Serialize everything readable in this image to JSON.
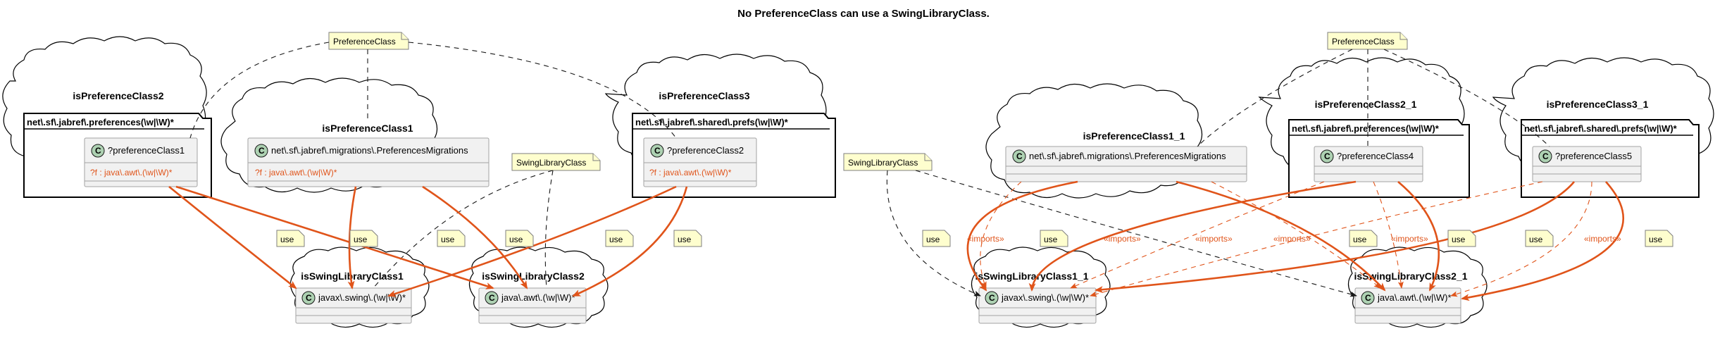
{
  "diagram": {
    "title": "No PreferenceClass can use a SwingLibraryClass.",
    "left": {
      "note_preference": "PreferenceClass",
      "note_swing": "SwingLibraryClass",
      "groups": {
        "g2": {
          "title": "isPreferenceClass2",
          "package": "net\\.sf\\.jabref\\.preferences(\\w|\\W)*",
          "class": "?preferenceClass1",
          "attr": "?f : java\\.awt\\.(\\w|\\W)*"
        },
        "g1": {
          "title": "isPreferenceClass1",
          "class": "net\\.sf\\.jabref\\.migrations\\.PreferencesMigrations",
          "attr": "?f : java\\.awt\\.(\\w|\\W)*"
        },
        "g3": {
          "title": "isPreferenceClass3",
          "package": "net\\.sf\\.jabref\\.shared\\.prefs(\\w|\\W)*",
          "class": "?preferenceClass2",
          "attr": "?f : java\\.awt\\.(\\w|\\W)*"
        },
        "s1": {
          "title": "isSwingLibraryClass1",
          "class": "javax\\.swing\\.(\\w|\\W)*"
        },
        "s2": {
          "title": "isSwingLibraryClass2",
          "class": "java\\.awt\\.(\\w|\\W)*"
        }
      },
      "use_labels": [
        "use",
        "use",
        "use",
        "use",
        "use",
        "use"
      ]
    },
    "right": {
      "note_preference": "PreferenceClass",
      "note_swing": "SwingLibraryClass",
      "groups": {
        "g1": {
          "title": "isPreferenceClass1_1",
          "class": "net\\.sf\\.jabref\\.migrations\\.PreferencesMigrations"
        },
        "g2": {
          "title": "isPreferenceClass2_1",
          "package": "net\\.sf\\.jabref\\.preferences(\\w|\\W)*",
          "class": "?preferenceClass4"
        },
        "g3": {
          "title": "isPreferenceClass3_1",
          "package": "net\\.sf\\.jabref\\.shared\\.prefs(\\w|\\W)*",
          "class": "?preferenceClass5"
        },
        "s1": {
          "title": "isSwingLibraryClass1_1",
          "class": "javax\\.swing\\.(\\w|\\W)*"
        },
        "s2": {
          "title": "isSwingLibraryClass2_1",
          "class": "java\\.awt\\.(\\w|\\W)*"
        }
      },
      "use_labels": [
        "use",
        "use",
        "use",
        "use",
        "use",
        "use"
      ],
      "imports_labels": [
        "«imports»",
        "«imports»",
        "«imports»",
        "«imports»",
        "«imports»",
        "«imports»"
      ]
    },
    "colors": {
      "accent": "#e0541a",
      "note_fill": "#fefece",
      "class_fill": "#f1f1f1",
      "circle_fill": "#add1b2"
    }
  }
}
